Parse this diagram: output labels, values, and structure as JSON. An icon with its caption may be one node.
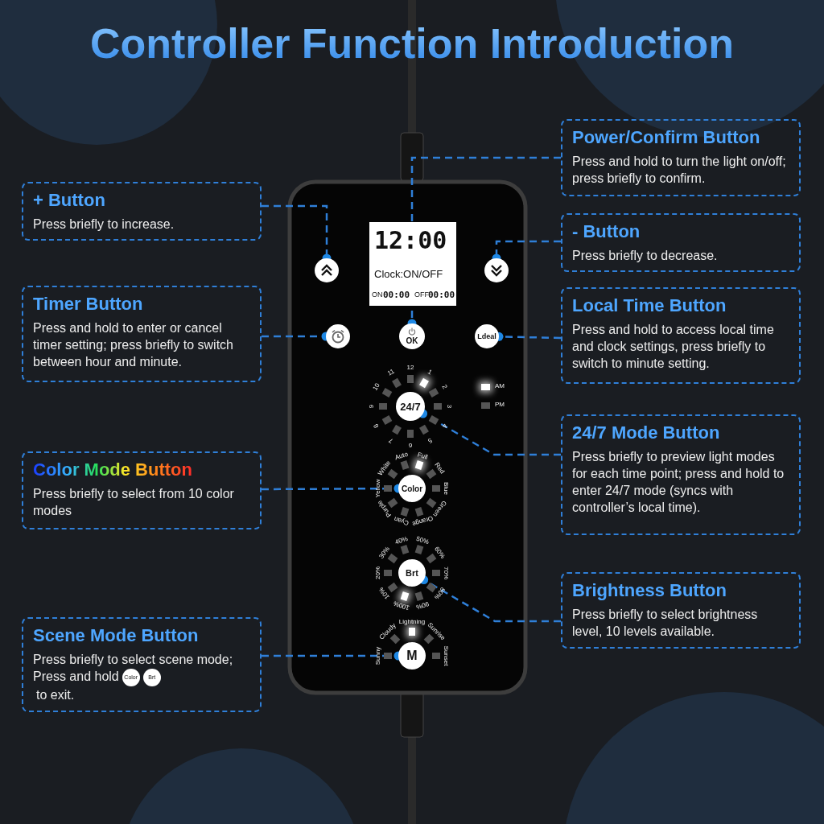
{
  "diagram": {
    "title": "Controller Function Introduction",
    "nodes": [
      {
        "text": [
          "Power/Confirm Button",
          "Press and hold to turn the light on/off; press briefly to confirm."
        ]
      },
      {
        "text": [
          "+ Button",
          "Press briefly to increase."
        ]
      },
      {
        "text": [
          "- Button",
          "Press briefly to decrease."
        ]
      },
      {
        "text": [
          "Timer Button",
          "Press and hold to enter or cancel timer setting; press briefly to switch between hour and minute."
        ]
      },
      {
        "text": [
          "Local Time Button",
          "Press and hold to access local time and clock settings, press briefly to switch to minute setting."
        ]
      },
      {
        "text": [
          "24/7 Mode Button",
          "Press briefly to preview light modes for each time point; press and hold to enter 24/7 mode (syncs with controller’s local time)."
        ]
      },
      {
        "text": [
          "Color Mode Button",
          "Press briefly to select from 10 color modes"
        ]
      },
      {
        "text": [
          "Brightness Button",
          "Press briefly to select brightness level, 10 levels available."
        ]
      },
      {
        "text": [
          "Scene Mode Button",
          "Press briefly to select scene mode; Press and hold",
          "to exit."
        ]
      },
      {
        "text": [],
        "shape": "circle"
      },
      {
        "text": [],
        "shape": "circle"
      },
      {
        "text": [],
        "shape": "circle"
      },
      {
        "text": [
          "OK"
        ]
      },
      {
        "text": [
          "Ldeal"
        ]
      },
      {
        "text": [
          "24/7"
        ]
      },
      {
        "text": [
          "Color"
        ]
      },
      {
        "text": [
          "Brt"
        ]
      },
      {
        "text": [
          "M"
        ]
      }
    ],
    "edges": [
      {
        "from": 0,
        "to": 12,
        "arrow": "other"
      },
      {
        "from": 1,
        "to": 9,
        "arrow": "other"
      },
      {
        "from": 2,
        "to": 10,
        "arrow": "other"
      },
      {
        "from": 3,
        "to": 11,
        "arrow": "other"
      },
      {
        "from": 4,
        "to": 13,
        "arrow": "other"
      },
      {
        "from": 5,
        "to": 14,
        "arrow": "other"
      },
      {
        "from": 6,
        "to": 15,
        "arrow": "other"
      },
      {
        "from": 7,
        "to": 16,
        "arrow": "other"
      },
      {
        "from": 8,
        "to": 17,
        "arrow": "other"
      }
    ],
    "labels": [
      "12:00",
      "Clock:ON/OFF",
      "ON",
      "00:00",
      "OFF",
      "00:00",
      "12",
      "1",
      "2",
      "3",
      "4",
      "5",
      "6",
      "7",
      "8",
      "9",
      "10",
      "11",
      "AM",
      "PM",
      "Auto",
      "Full",
      "Red",
      "Blue",
      "Green",
      "Orange",
      "Cyan",
      "Purple",
      "Yellow",
      "White",
      "40%",
      "50%",
      "60%",
      "70%",
      "80%",
      "90%",
      "100%",
      "10%",
      "20%",
      "30%",
      "Cloudy",
      "Lightning",
      "Sunrise",
      "Sunny",
      "Sunset",
      "Color",
      "Brt"
    ]
  }
}
